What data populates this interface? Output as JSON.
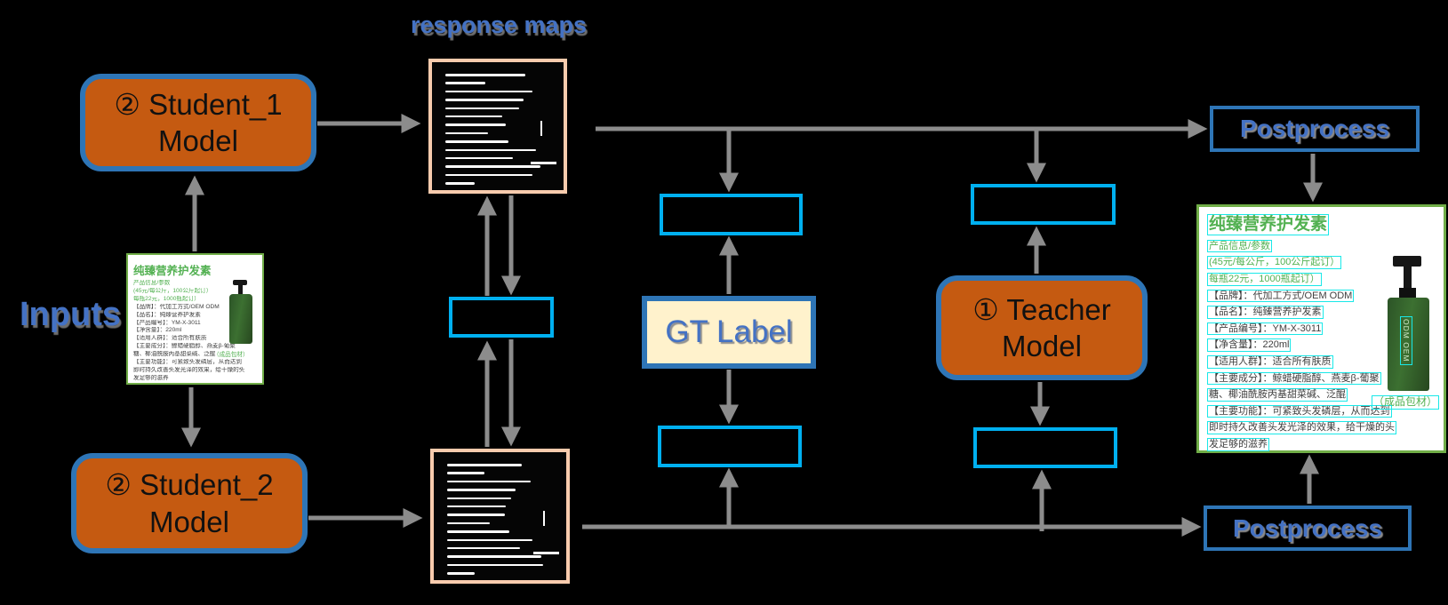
{
  "labels": {
    "response_maps": "response maps",
    "inputs": "Inputs"
  },
  "nodes": {
    "student1": {
      "label": "② Student_1\nModel"
    },
    "student2": {
      "label": "② Student_2\nModel"
    },
    "teacher": {
      "label": "① Teacher\nModel"
    },
    "gt_label": {
      "label": "GT Label"
    },
    "postprocess_top": {
      "label": "Postprocess"
    },
    "postprocess_bottom": {
      "label": "Postprocess"
    }
  },
  "colors": {
    "node_fill_orange": "#C55A11",
    "node_border_blue": "#2E75B6",
    "label_text_blue": "#4472C4",
    "loss_box_cyan": "#00B0F0",
    "response_map_border_peach": "#F8CBAD",
    "gt_fill_cream": "#FFF2CC",
    "card_border_green": "#70AD47",
    "card_text_green": "#53B152",
    "ocr_highlight_cyan": "#19E8E8",
    "arrow_gray": "#8C8C8C"
  },
  "response_maps": {
    "top_lines": [
      76,
      38,
      82,
      74,
      70,
      54,
      57,
      40,
      60,
      86,
      64,
      90,
      82,
      28
    ],
    "bottom_lines": [
      70,
      35,
      78,
      64,
      60,
      55,
      54,
      40,
      58,
      80,
      68,
      88,
      90,
      26
    ]
  },
  "cards": {
    "input": {
      "title": "纯臻营养护发素",
      "package_note": "（成品包材）",
      "lines": [
        {
          "text": "产品信息/参数",
          "color": "green"
        },
        {
          "text": "(45元/每公斤，100公斤起订）",
          "color": "green"
        },
        {
          "text": "每瓶22元，1000瓶起订）",
          "color": "green"
        },
        {
          "text": "【品牌】：代加工方式/OEM ODM",
          "color": "dark"
        },
        {
          "text": "【品名】：纯臻营养护发素",
          "color": "dark"
        },
        {
          "text": "【产品编号】：YM-X-3011",
          "color": "dark"
        },
        {
          "text": "【净含量】：220ml",
          "color": "dark"
        },
        {
          "text": "【适用人群】：适合所有肤质",
          "color": "dark"
        },
        {
          "text": "【主要成分】：鲸蜡硬脂醇、燕麦β-葡聚",
          "color": "dark"
        },
        {
          "text": "糖、椰油酰胺丙基甜菜碱、泛醌",
          "color": "dark"
        },
        {
          "text": "【主要功能】：可紧致头发磷层，从而达到",
          "color": "dark"
        },
        {
          "text": "即时持久改善头发光泽的效果，给干燥的头",
          "color": "dark"
        },
        {
          "text": "发足够的滋养",
          "color": "dark"
        }
      ]
    },
    "output": {
      "title": "纯臻营养护发素",
      "package_note": "（成品包材）",
      "bottle_label": "ODM OEM",
      "lines": [
        {
          "text": "产品信息/参数",
          "color": "green"
        },
        {
          "text": "(45元/每公斤，100公斤起订）",
          "color": "green"
        },
        {
          "text": "每瓶22元，1000瓶起订）",
          "color": "green"
        },
        {
          "text": "【品牌】：代加工方式/OEM ODM",
          "color": "dark"
        },
        {
          "text": "【品名】：纯臻营养护发素",
          "color": "dark"
        },
        {
          "text": "【产品编号】：YM-X-3011",
          "color": "dark"
        },
        {
          "text": "【净含量】：220ml",
          "color": "dark"
        },
        {
          "text": "【适用人群】：适合所有肤质",
          "color": "dark"
        },
        {
          "text": "【主要成分】：鲸蜡硬脂醇、燕麦β-葡聚",
          "color": "dark"
        },
        {
          "text": "糖、椰油酰胺丙基甜菜碱、泛醌",
          "color": "dark"
        },
        {
          "text": "【主要功能】：可紧致头发磷层，从而达到",
          "color": "dark"
        },
        {
          "text": "即时持久改善头发光泽的效果，给干燥的头",
          "color": "dark"
        },
        {
          "text": "发足够的滋养",
          "color": "dark"
        }
      ]
    }
  }
}
